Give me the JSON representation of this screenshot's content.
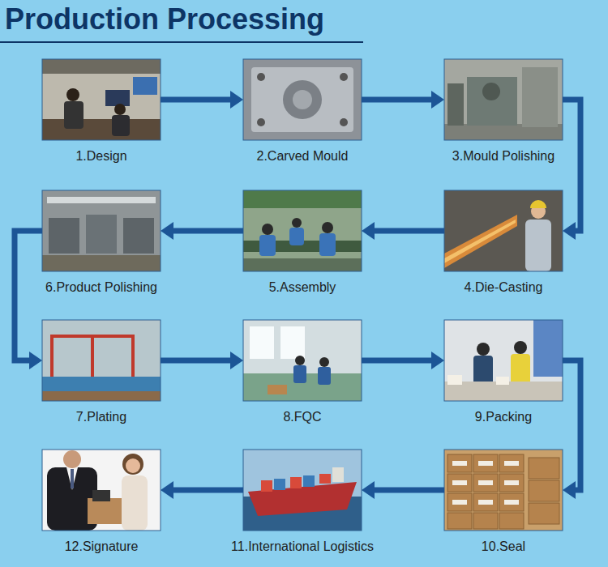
{
  "diagram": {
    "title": "Production Processing",
    "nodes": [
      {
        "text": [
          "1.Design"
        ]
      },
      {
        "text": [
          "2.Carved Mould"
        ]
      },
      {
        "text": [
          "3.Mould Polishing"
        ]
      },
      {
        "text": [
          "4.Die-Casting"
        ]
      },
      {
        "text": [
          "5.Assembly"
        ]
      },
      {
        "text": [
          "6.Product Polishing"
        ]
      },
      {
        "text": [
          "7.Plating"
        ]
      },
      {
        "text": [
          "8.FQC"
        ]
      },
      {
        "text": [
          "9.Packing"
        ]
      },
      {
        "text": [
          "10.Seal"
        ]
      },
      {
        "text": [
          "11.International Logistics"
        ]
      },
      {
        "text": [
          "12.Signature"
        ]
      }
    ],
    "edges": [
      {
        "from": 0,
        "to": 1,
        "arrow": "to"
      },
      {
        "from": 1,
        "to": 2,
        "arrow": "to"
      },
      {
        "from": 2,
        "to": 3,
        "arrow": "to"
      },
      {
        "from": 3,
        "to": 4,
        "arrow": "to"
      },
      {
        "from": 4,
        "to": 5,
        "arrow": "to"
      },
      {
        "from": 5,
        "to": 6,
        "arrow": "to"
      },
      {
        "from": 6,
        "to": 7,
        "arrow": "to"
      },
      {
        "from": 7,
        "to": 8,
        "arrow": "to"
      },
      {
        "from": 8,
        "to": 9,
        "arrow": "to"
      },
      {
        "from": 9,
        "to": 10,
        "arrow": "to"
      },
      {
        "from": 10,
        "to": 11,
        "arrow": "to"
      }
    ]
  }
}
